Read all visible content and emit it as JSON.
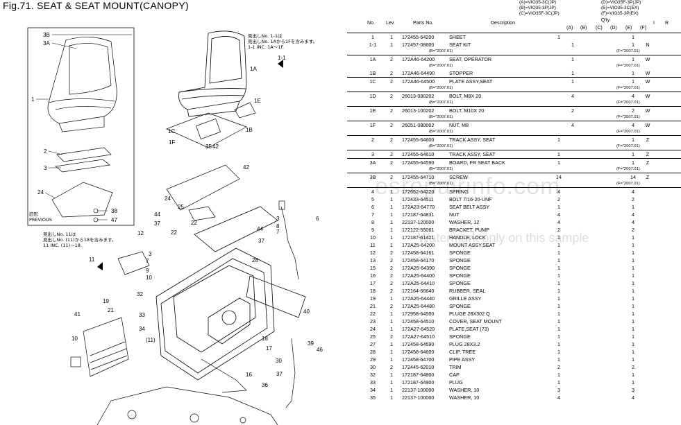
{
  "figure": {
    "title": "Fig.71.  SEAT & SEAT MOUNT(CANOPY)",
    "note_seat_jp": "見出しNo. 1-1は",
    "note_seat_jp2": "見出しNo. 1Aから1Fを含みます。",
    "note_seat_en": "1-1  INC. 1A〜1F.",
    "note_11_jp": "見出しNo. 11は",
    "note_11_jp2": "見出しNo. (11)から18を含みます。",
    "note_11_en": "11  INC. (11)〜18.",
    "previous_jp": "旧形",
    "previous_en": "PREVIOUS",
    "callouts_inset": [
      "3B",
      "3A",
      "1",
      "2",
      "3",
      "24",
      "38",
      "47"
    ],
    "callouts_main": [
      "1A",
      "1-1",
      "1E",
      "1B",
      "1C",
      "1F",
      "35",
      "42",
      "42",
      "24",
      "25",
      "44",
      "37",
      "22",
      "3",
      "8",
      "7",
      "6",
      "44",
      "12",
      "11",
      "37",
      "7",
      "9",
      "10",
      "3",
      "28",
      "22",
      "32",
      "19",
      "21",
      "41",
      "33",
      "34",
      "(11)",
      "10",
      "18",
      "17",
      "40",
      "39",
      "46",
      "30",
      "16",
      "37",
      "36"
    ]
  },
  "models": {
    "a": "(A)=VIO35-3C(JP)",
    "b": "(B)=VIO35-3P(JP)",
    "c": "(C)=VIO35F-3C(JP)",
    "d": "(D)=VIO35F-3P(JP)",
    "e": "(E)=VIO35-3C(EX)",
    "f": "(F)=VIO35-3P(EX)"
  },
  "header": {
    "no": "No.",
    "lev": "Lev.",
    "parts_no": "Parts No.",
    "description": "Description",
    "qty": "Q'ty",
    "col_a": "(A)",
    "col_b": "(B)",
    "col_c": "(C)",
    "col_d": "(D)",
    "col_e": "(E)",
    "col_f": "(F)",
    "col_i": "I",
    "col_r": "R"
  },
  "groups": [
    {
      "rows": [
        {
          "no": "1",
          "lev": "1",
          "pn": "172455-64200",
          "desc": "SHEET",
          "qa": "1",
          "qb": "",
          "qf": "1",
          "ri": ""
        },
        {
          "no": "1-1",
          "lev": "1",
          "pn": "172457-08600",
          "desc": "SEAT KIT",
          "qa": "",
          "qb": "1",
          "qf": "1",
          "ri": "N",
          "sub_b": "(B=\"2007.01)",
          "sub_f": "(F=\"2007.01)"
        }
      ]
    },
    {
      "rows": [
        {
          "no": "1A",
          "lev": "2",
          "pn": "172A46-64200",
          "desc": "SEAT, OPERATOR",
          "qa": "",
          "qb": "1",
          "qf": "1",
          "ri": "W",
          "sub_b": "(B=\"2007.01)",
          "sub_f": "(F=\"2007.01)"
        },
        {
          "no": "1B",
          "lev": "2",
          "pn": "172A46-64490",
          "desc": "STOPPER",
          "qa": "",
          "qb": "1",
          "qf": "1",
          "ri": "W"
        }
      ]
    },
    {
      "rows": [
        {
          "no": "1C",
          "lev": "2",
          "pn": "172A46-64500",
          "desc": "PLATE ASSY,SEAT",
          "qa": "",
          "qb": "1",
          "qf": "1",
          "ri": "W",
          "sub_b": "(B=\"2007.01)",
          "sub_f": "(F=\"2007.01)"
        }
      ]
    },
    {
      "rows": [
        {
          "no": "1D",
          "lev": "2",
          "pn": "26013-080202",
          "desc": "BOLT, M8X 20",
          "qa": "",
          "qb": "4",
          "qf": "4",
          "ri": "W",
          "sub_b": "(B=\"2007.01)",
          "sub_f": "(F=\"2007.01)"
        }
      ]
    },
    {
      "rows": [
        {
          "no": "1E",
          "lev": "2",
          "pn": "26013-100202",
          "desc": "BOLT, M10X 20",
          "qa": "",
          "qb": "2",
          "qf": "2",
          "ri": "W",
          "sub_b": "(B=\"2007.01)",
          "sub_f": "(F=\"2007.01)"
        }
      ]
    },
    {
      "rows": [
        {
          "no": "1F",
          "lev": "2",
          "pn": "26051-080002",
          "desc": "NUT, M8",
          "qa": "",
          "qb": "4",
          "qf": "4",
          "ri": "W",
          "sub_b": "(B=\"2007.01)",
          "sub_f": "(F=\"2007.01)"
        }
      ]
    },
    {
      "rows": [
        {
          "no": "2",
          "lev": "2",
          "pn": "172455-64600",
          "desc": "TRACK ASSY, SEAT",
          "qa": "1",
          "qb": "",
          "qf": "1",
          "ri": "Z",
          "sub_b": "(B=\"2007.01)",
          "sub_f": "(F=\"2007.01)"
        }
      ]
    },
    {
      "rows": [
        {
          "no": "3",
          "lev": "2",
          "pn": "172455-64610",
          "desc": "TRACK ASSY, SEAT",
          "qa": "1",
          "qb": "",
          "qf": "1",
          "ri": "Z"
        }
      ]
    },
    {
      "rows": [
        {
          "no": "3A",
          "lev": "2",
          "pn": "172455-64590",
          "desc": "BOARD, FR SEAT BACK",
          "qa": "1",
          "qb": "",
          "qf": "1",
          "ri": "Z",
          "sub_b": "(B=\"2007.01)",
          "sub_f": "(F=\"2007.01)"
        }
      ]
    },
    {
      "rows": [
        {
          "no": "3B",
          "lev": "2",
          "pn": "172455-64710",
          "desc": "SCREW",
          "qa": "14",
          "qb": "",
          "qf": "14",
          "ri": "Z",
          "sub_b": "(B=\"2007.01)",
          "sub_f": "(F=\"2007.01)"
        }
      ]
    },
    {
      "rows": [
        {
          "no": "4",
          "lev": "1",
          "pn": "172652-64220",
          "desc": "SPRING",
          "qa": "4",
          "qb": "",
          "qf": "4",
          "ri": ""
        },
        {
          "no": "5",
          "lev": "1",
          "pn": "172433-64511",
          "desc": "BOLT 7/16-20-UNF",
          "qa": "2",
          "qb": "",
          "qf": "2",
          "ri": ""
        },
        {
          "no": "6",
          "lev": "1",
          "pn": "172A23-64770",
          "desc": "SEAT BELT ASSY",
          "qa": "1",
          "qb": "",
          "qf": "1",
          "ri": ""
        },
        {
          "no": "7",
          "lev": "1",
          "pn": "172187-64831",
          "desc": "NUT",
          "qa": "4",
          "qb": "",
          "qf": "4",
          "ri": ""
        },
        {
          "no": "8",
          "lev": "1",
          "pn": "22137-120000",
          "desc": "WASHER, 12",
          "qa": "4",
          "qb": "",
          "qf": "4",
          "ri": ""
        },
        {
          "no": "9",
          "lev": "1",
          "pn": "172122-55061",
          "desc": "BRACKET, PUMP",
          "qa": "2",
          "qb": "",
          "qf": "2",
          "ri": ""
        },
        {
          "no": "10",
          "lev": "1",
          "pn": "172187-61421",
          "desc": "HANDLE, LOCK",
          "qa": "1",
          "qb": "",
          "qf": "1",
          "ri": ""
        },
        {
          "no": "11",
          "lev": "1",
          "pn": "172A25-64200",
          "desc": "MOUNT ASSY,SEAT",
          "qa": "1",
          "qb": "",
          "qf": "1",
          "ri": ""
        },
        {
          "no": "12",
          "lev": "2",
          "pn": "172458-64161",
          "desc": "SPONGE",
          "qa": "1",
          "qb": "",
          "qf": "1",
          "ri": ""
        },
        {
          "no": "13",
          "lev": "2",
          "pn": "172458-64170",
          "desc": "SPONGE",
          "qa": "1",
          "qb": "",
          "qf": "1",
          "ri": ""
        },
        {
          "no": "15",
          "lev": "2",
          "pn": "172A25-64390",
          "desc": "SPONGE",
          "qa": "1",
          "qb": "",
          "qf": "1",
          "ri": ""
        },
        {
          "no": "16",
          "lev": "2",
          "pn": "172A25-64400",
          "desc": "SPONGE",
          "qa": "1",
          "qb": "",
          "qf": "1",
          "ri": ""
        },
        {
          "no": "17",
          "lev": "2",
          "pn": "172A25-64410",
          "desc": "SPONGE",
          "qa": "1",
          "qb": "",
          "qf": "1",
          "ri": ""
        },
        {
          "no": "18",
          "lev": "2",
          "pn": "172164-66640",
          "desc": "RUBBER, SEAL",
          "qa": "1",
          "qb": "",
          "qf": "1",
          "ri": ""
        },
        {
          "no": "19",
          "lev": "1",
          "pn": "172A25-64440",
          "desc": "GRILLE ASSY",
          "qa": "1",
          "qb": "",
          "qf": "1",
          "ri": ""
        },
        {
          "no": "21",
          "lev": "2",
          "pn": "172A25-64480",
          "desc": "SPONGE",
          "qa": "1",
          "qb": "",
          "qf": "1",
          "ri": ""
        },
        {
          "no": "22",
          "lev": "1",
          "pn": "172958-64500",
          "desc": "PLUGE 28X302 Q",
          "qa": "1",
          "qb": "",
          "qf": "1",
          "ri": ""
        },
        {
          "no": "23",
          "lev": "1",
          "pn": "172458-64510",
          "desc": "COVER, SEAT MOUNT",
          "qa": "1",
          "qb": "",
          "qf": "1",
          "ri": ""
        },
        {
          "no": "24",
          "lev": "1",
          "pn": "172A27-64520",
          "desc": "PLATE,SEAT         (73)",
          "qa": "1",
          "qb": "",
          "qf": "1",
          "ri": ""
        },
        {
          "no": "25",
          "lev": "2",
          "pn": "172A27-64510",
          "desc": "SPONGE",
          "qa": "1",
          "qb": "",
          "qf": "1",
          "ri": ""
        },
        {
          "no": "27",
          "lev": "1",
          "pn": "172458-64590",
          "desc": "PLUG 28X3.2",
          "qa": "1",
          "qb": "",
          "qf": "1",
          "ri": ""
        },
        {
          "no": "28",
          "lev": "1",
          "pn": "172458-64600",
          "desc": "CLIP, TREE",
          "qa": "1",
          "qb": "",
          "qf": "1",
          "ri": ""
        },
        {
          "no": "29",
          "lev": "1",
          "pn": "172458-64700",
          "desc": "PIPE ASSY",
          "qa": "1",
          "qb": "",
          "qf": "1",
          "ri": ""
        },
        {
          "no": "30",
          "lev": "2",
          "pn": "172445-62010",
          "desc": "TRIM",
          "qa": "2",
          "qb": "",
          "qf": "2",
          "ri": ""
        },
        {
          "no": "32",
          "lev": "1",
          "pn": "172187-64800",
          "desc": "CAP",
          "qa": "1",
          "qb": "",
          "qf": "1",
          "ri": ""
        },
        {
          "no": "33",
          "lev": "1",
          "pn": "172187-64900",
          "desc": "PLUG",
          "qa": "1",
          "qb": "",
          "qf": "1",
          "ri": ""
        },
        {
          "no": "34",
          "lev": "1",
          "pn": "22137-100000",
          "desc": "WASHER, 10",
          "qa": "3",
          "qb": "",
          "qf": "3",
          "ri": ""
        },
        {
          "no": "35",
          "lev": "1",
          "pn": "22137-100000",
          "desc": "WASHER, 10",
          "qa": "4",
          "qb": "",
          "qf": "4",
          "ri": ""
        }
      ]
    }
  ],
  "watermark": {
    "line1": "esrepairinfo.com",
    "line2": "Watermark only on this sample"
  }
}
